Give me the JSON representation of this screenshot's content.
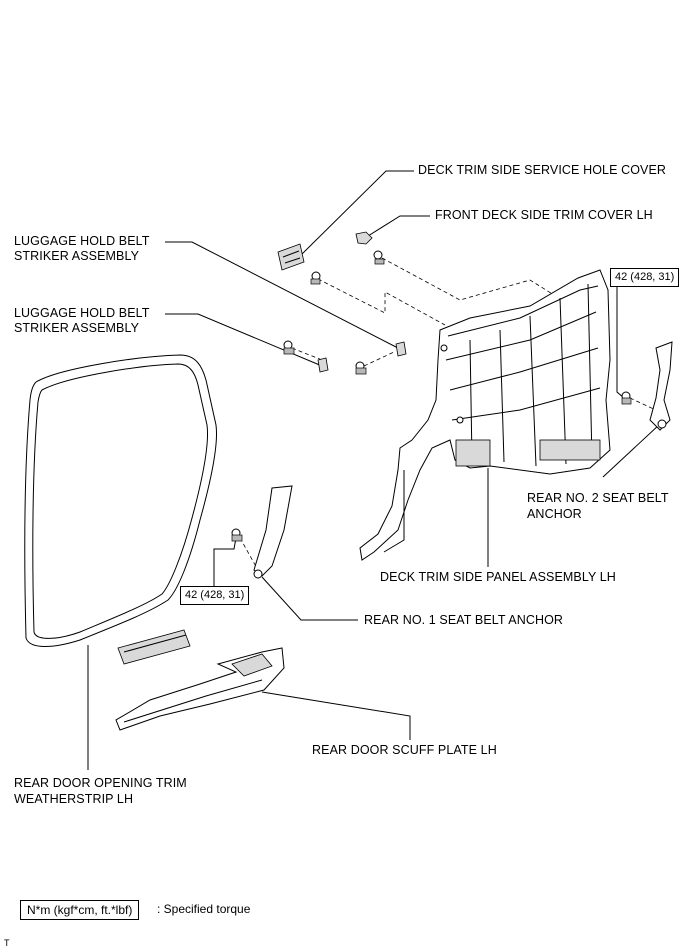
{
  "labels": {
    "deck_trim_side_service_hole_cover": "DECK TRIM SIDE SERVICE HOLE COVER",
    "front_deck_side_trim_cover_lh": "FRONT DECK SIDE TRIM COVER LH",
    "luggage_hold_belt_striker_1_line1": "LUGGAGE HOLD BELT",
    "luggage_hold_belt_striker_1_line2": "STRIKER ASSEMBLY",
    "luggage_hold_belt_striker_2_line1": "LUGGAGE HOLD BELT",
    "luggage_hold_belt_striker_2_line2": "STRIKER ASSEMBLY",
    "rear_no2_seat_belt_anchor_line1": "REAR NO. 2 SEAT BELT",
    "rear_no2_seat_belt_anchor_line2": "ANCHOR",
    "deck_trim_side_panel_assembly_lh": "DECK TRIM SIDE PANEL ASSEMBLY LH",
    "rear_no1_seat_belt_anchor": "REAR NO. 1 SEAT BELT ANCHOR",
    "rear_door_scuff_plate_lh": "REAR DOOR SCUFF PLATE LH",
    "rear_door_opening_trim_weatherstrip_lh_line1": "REAR DOOR OPENING TRIM",
    "rear_door_opening_trim_weatherstrip_lh_line2": "WEATHERSTRIP LH"
  },
  "torques": {
    "rear_no2_anchor_torque": "42 (428, 31)",
    "rear_no1_anchor_torque": "42 (428, 31)"
  },
  "legend": {
    "unit_box": "N*m (kgf*cm, ft.*lbf)",
    "description": ": Specified torque"
  },
  "footer": {
    "mark": "T"
  }
}
